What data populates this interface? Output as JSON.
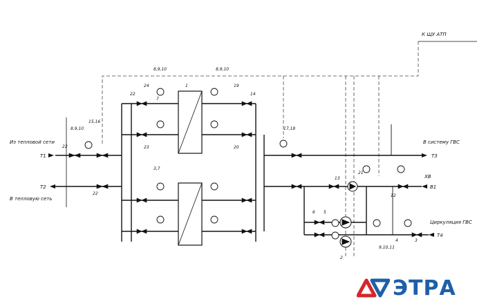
{
  "labels": {
    "from_network": "Из тепловой сети",
    "to_network": "В тепловую сеть",
    "to_dhw_system": "В систему ГВС",
    "dhw_circulation": "Циркуляция ГВС",
    "to_atp_cabinet": "К ЩУ АТП",
    "cold_water": "ХВ",
    "t1": "Т1",
    "t2": "Т2",
    "t3": "Т3",
    "t4": "Т4",
    "v1": "В1"
  },
  "markers": {
    "pos_22": "22",
    "pos_891": "8,9,10",
    "pos_1516": "15,16",
    "pos_24": "24",
    "pos_7": "7",
    "pos_1": "1",
    "pos_19": "19",
    "pos_14": "14",
    "pos_23": "23",
    "pos_20": "20",
    "pos_37": "3,7",
    "pos_1718": "17,18",
    "pos_13": "13",
    "pos_21": "21",
    "pos_12": "12",
    "pos_6": "6",
    "pos_5": "5",
    "pos_2": "2",
    "pos_4": "4",
    "pos_91011": "9,10,11",
    "pos_3": "3"
  },
  "logo": {
    "text": "ЭТРА",
    "color": "#1f5fa8",
    "mark_color": "#d6262a"
  }
}
